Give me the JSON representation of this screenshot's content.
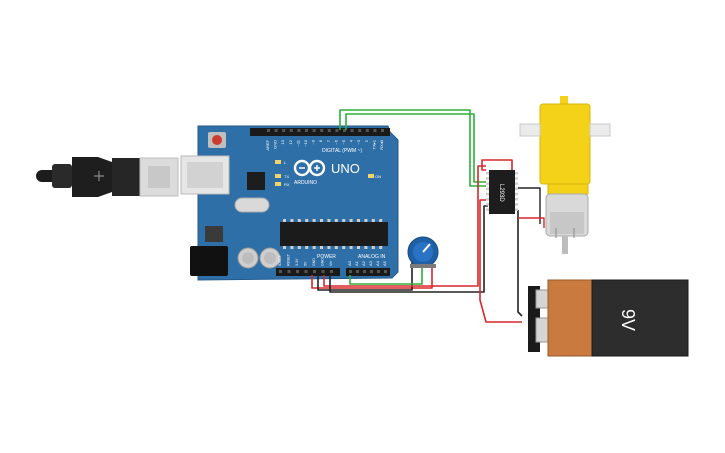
{
  "board": {
    "name": "UNO",
    "brand": "ARDUINO",
    "digital_label": "DIGITAL (PWM ~)",
    "power_label": "POWER",
    "analog_label": "ANALOG IN",
    "on_label": "ON",
    "l_label": "L",
    "tx_label": "TX",
    "rx_label": "RX",
    "aref_label": "AREF",
    "gnd_label": "GND",
    "digital_pins": [
      "13",
      "12",
      "~11",
      "~10",
      "~9",
      "8",
      "7",
      "~6",
      "~5",
      "4",
      "~3",
      "2",
      "TX▸1",
      "RX◂0"
    ],
    "power_pins": [
      "IOREF",
      "RESET",
      "3.3V",
      "5V",
      "GND",
      "GND",
      "Vin"
    ],
    "analog_pins": [
      "A0",
      "A1",
      "A2",
      "A3",
      "A4",
      "A5"
    ],
    "color": "#2f6fa8"
  },
  "driver_chip": {
    "label": "L293D"
  },
  "battery": {
    "label": "9V",
    "body_color": "#c97b3f"
  },
  "motor": {
    "gear_color": "#f5d21a"
  },
  "colors": {
    "wire_red": "#d9262b",
    "wire_black": "#222222",
    "wire_green": "#2bb03a",
    "knob": "#1e5fa6"
  }
}
